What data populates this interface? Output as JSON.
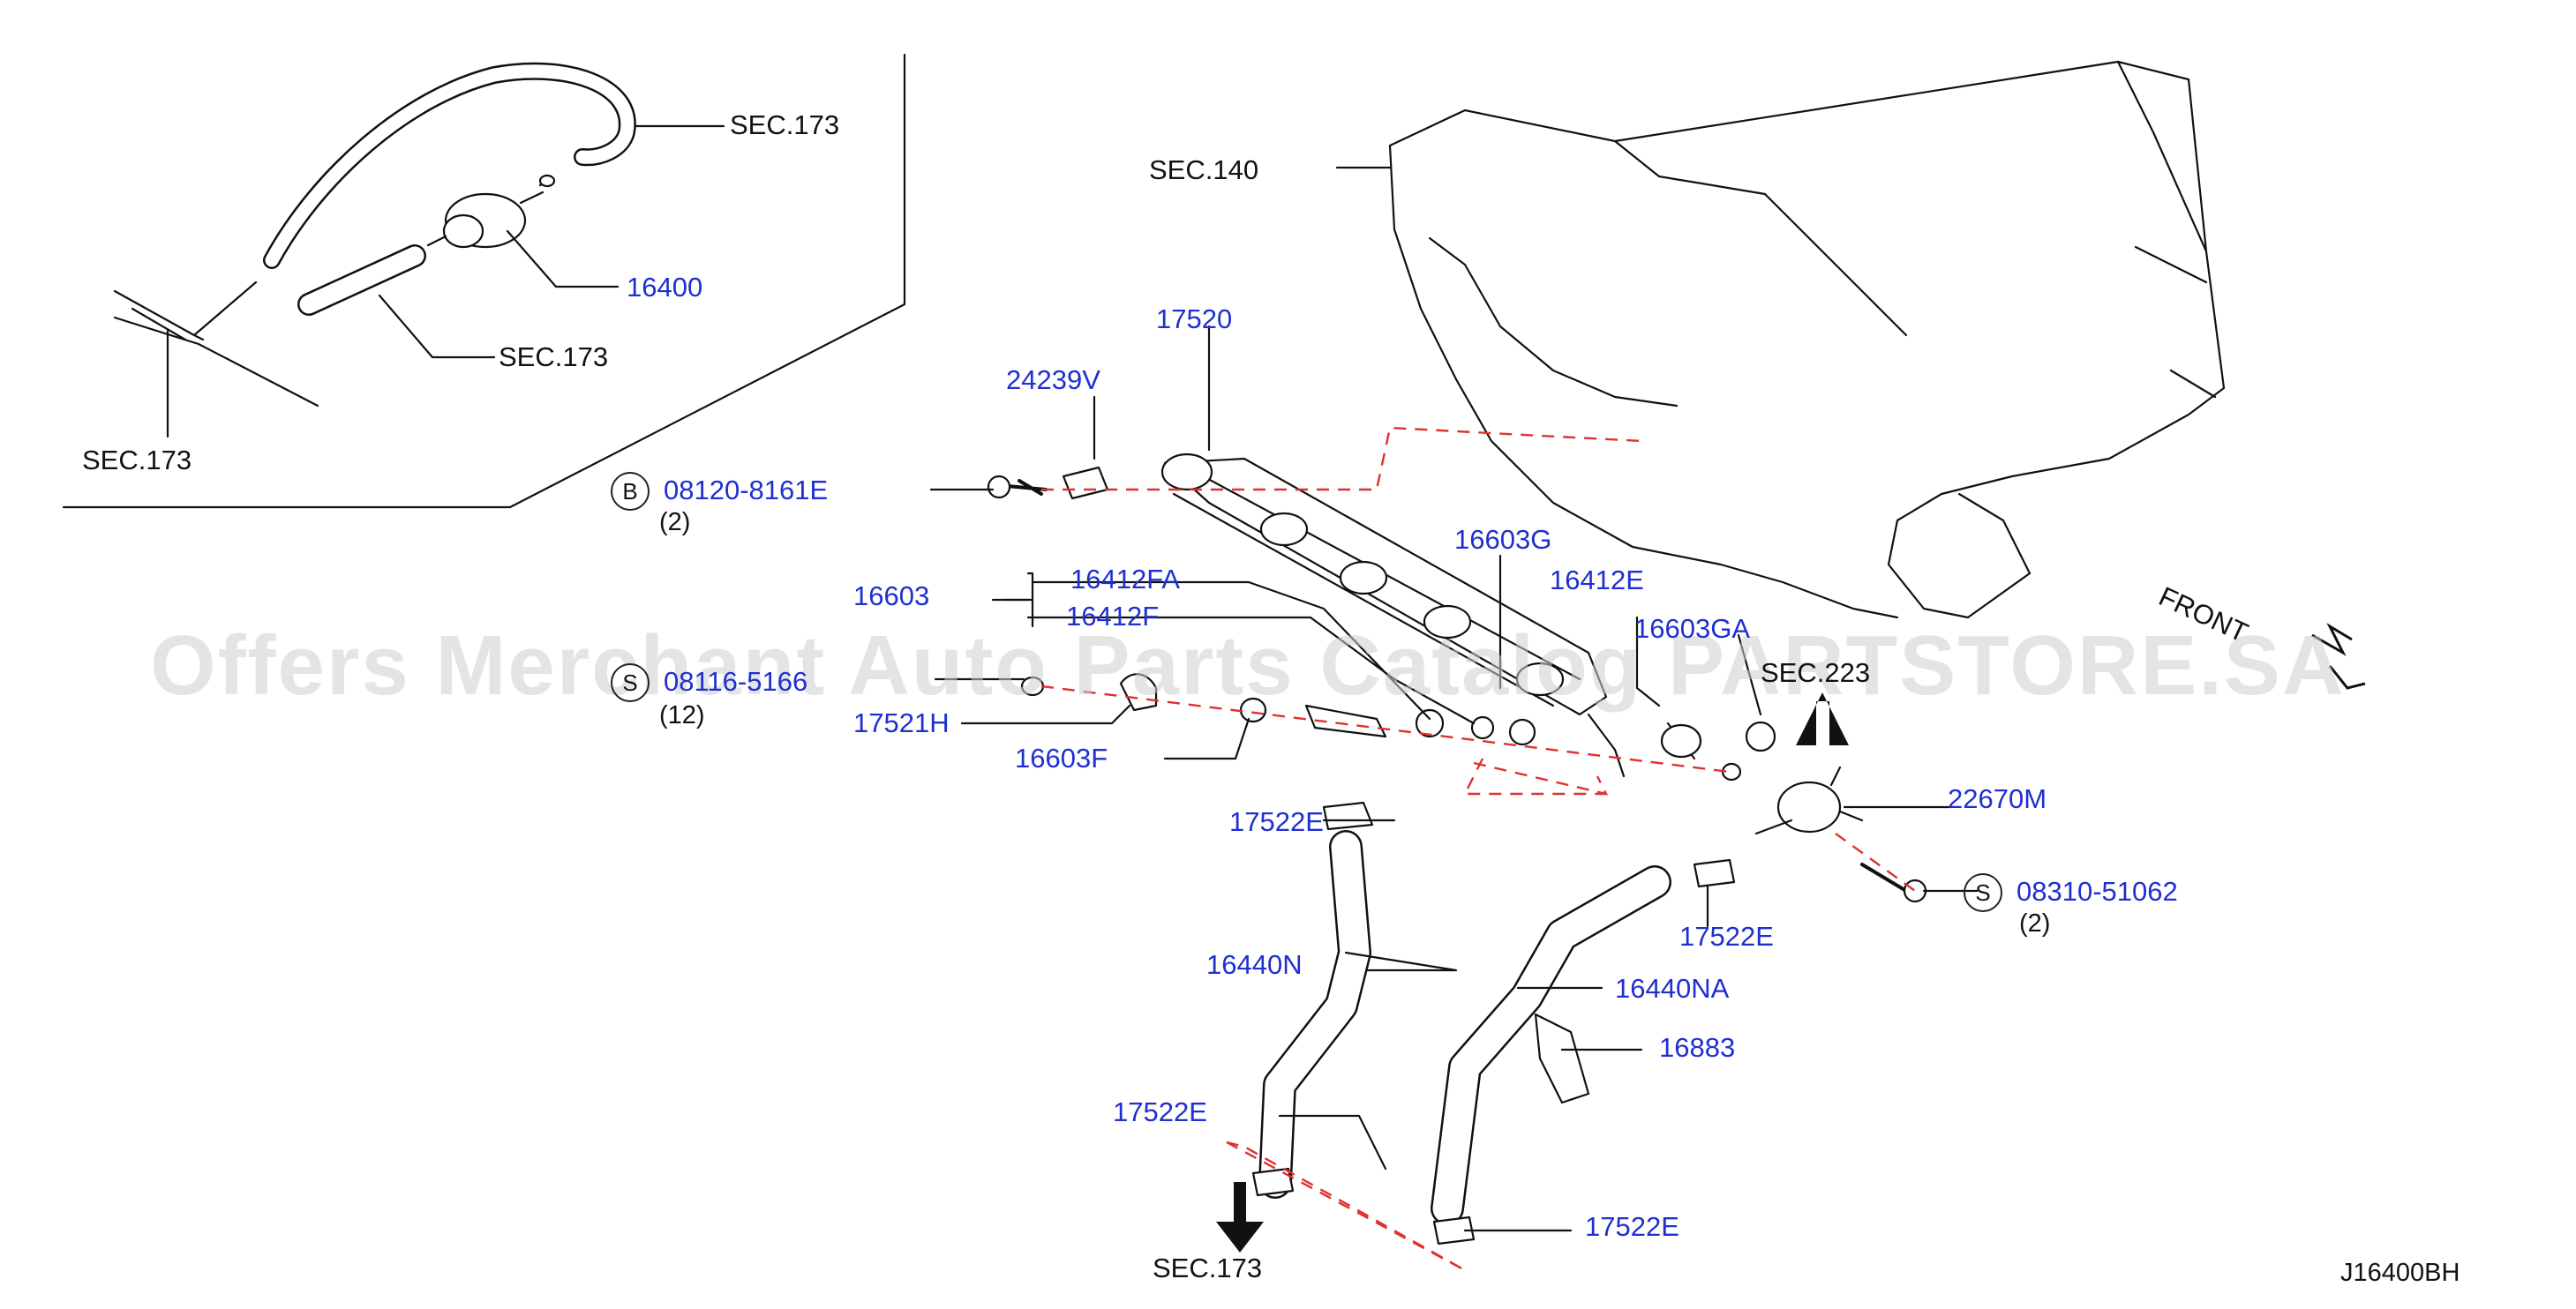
{
  "diagram_code": "J16400BH",
  "watermark": "Offers Merchant Auto Parts Catalog PARTSTORE.SA",
  "front_label": "FRONT",
  "colors": {
    "part_number": "#1f2fd0",
    "line": "#111111",
    "dashed": "#e03030",
    "watermark": "#cfcfcf"
  },
  "sections": {
    "sec173_top": "SEC.173",
    "sec173_mid": "SEC.173",
    "sec173_left": "SEC.173",
    "sec140": "SEC.140",
    "sec223": "SEC.223",
    "sec173_bottom": "SEC.173"
  },
  "parts": {
    "p16400": "16400",
    "p17520": "17520",
    "p24239v": "24239V",
    "p08120": "08120-8161E",
    "p16603": "16603",
    "p16412fa": "16412FA",
    "p16412f": "16412F",
    "p16603g": "16603G",
    "p16412e": "16412E",
    "p16603ga": "16603GA",
    "p08116": "08116-5166",
    "p17521h": "17521H",
    "p16603f": "16603F",
    "p22670m": "22670M",
    "p17522e_a": "17522E",
    "p17522e_b": "17522E",
    "p17522e_c": "17522E",
    "p17522e_d": "17522E",
    "p08310": "08310-51062",
    "p16440n": "16440N",
    "p16440na": "16440NA",
    "p16883": "16883"
  },
  "symbols": {
    "b": "B",
    "s1": "S",
    "s2": "S"
  },
  "quantities": {
    "q08120": "(2)",
    "q08116": "(12)",
    "q08310": "(2)"
  }
}
